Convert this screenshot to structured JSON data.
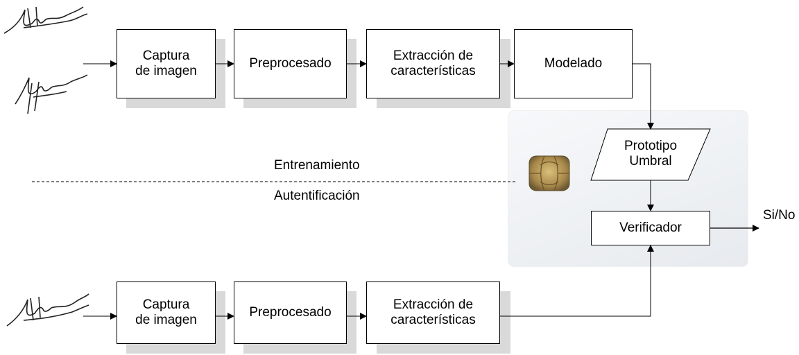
{
  "training_pipeline": {
    "steps": [
      "Captura\nde imagen",
      "Preprocesado",
      "Extracción de\ncaracterísticas",
      "Modelado"
    ]
  },
  "auth_pipeline": {
    "steps": [
      "Captura\nde imagen",
      "Preprocesado",
      "Extracción de\ncaracterísticas"
    ]
  },
  "card": {
    "prototype_label": "Prototipo\nUmbral",
    "verifier_label": "Verificador"
  },
  "output_label": "Si/No",
  "divider": {
    "top_label": "Entrenamiento",
    "bottom_label": "Autentificación"
  }
}
